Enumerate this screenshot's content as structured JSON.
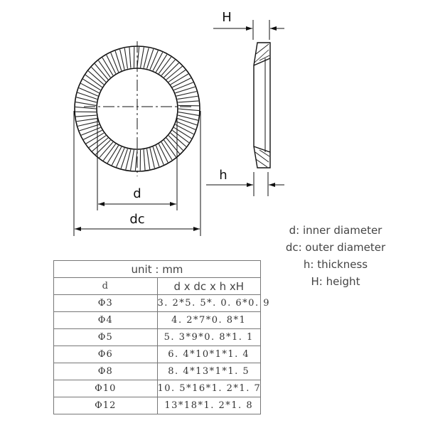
{
  "drawing": {
    "label_H": "H",
    "label_h": "h",
    "label_d": "d",
    "label_dc": "dc"
  },
  "legend": [
    "d: inner diameter",
    "dc: outer diameter",
    "h: thickness",
    "H: height"
  ],
  "table": {
    "unit": "unit : mm",
    "col_headers": [
      "d",
      "d x dc x h xH"
    ],
    "rows": [
      [
        "Φ3",
        "3. 2*5. 5*. 0. 6*0. 9"
      ],
      [
        "Φ4",
        "4. 2*7*0. 8*1"
      ],
      [
        "Φ5",
        "5. 3*9*0. 8*1. 1"
      ],
      [
        "Φ6",
        "6. 4*10*1*1. 4"
      ],
      [
        "Φ8",
        "8. 4*13*1*1. 5"
      ],
      [
        "Φ10",
        "10. 5*16*1. 2*1. 7"
      ],
      [
        "Φ12",
        "13*18*1. 2*1. 8"
      ]
    ]
  }
}
